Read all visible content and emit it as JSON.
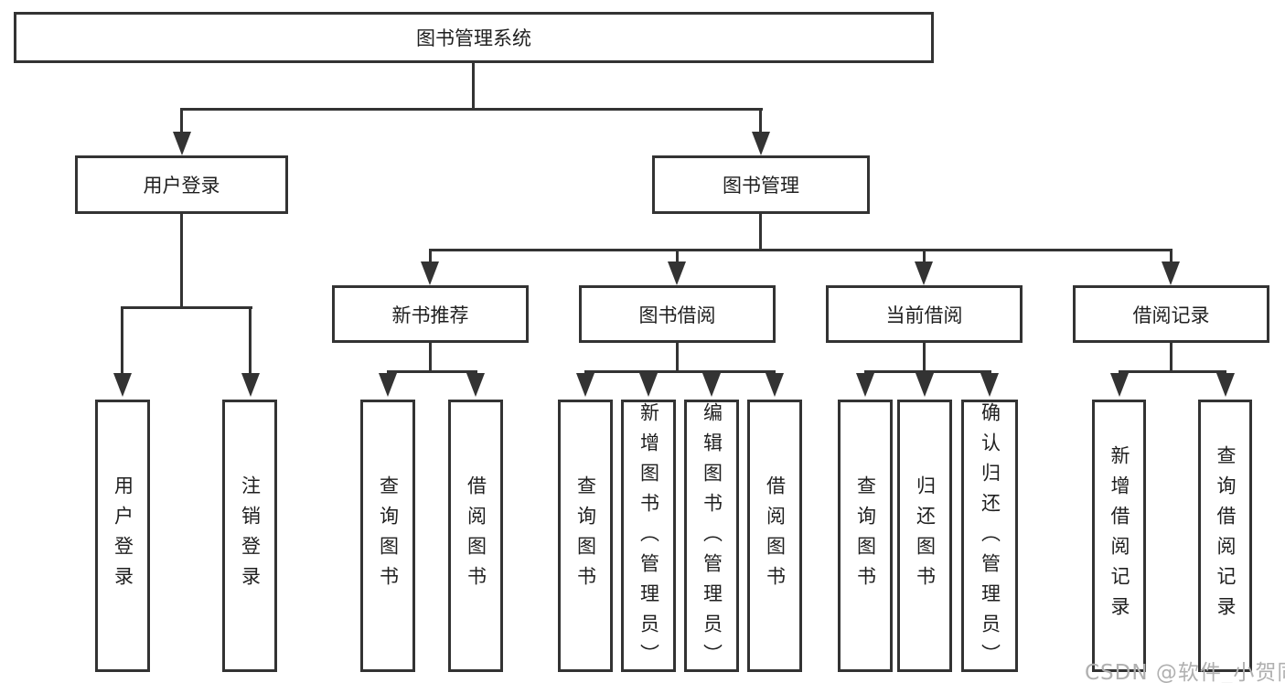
{
  "title": "图书管理系统",
  "level2": [
    {
      "label": "用户登录"
    },
    {
      "label": "图书管理"
    }
  ],
  "level3": [
    {
      "label": "新书推荐"
    },
    {
      "label": "图书借阅"
    },
    {
      "label": "当前借阅"
    },
    {
      "label": "借阅记录"
    }
  ],
  "leaves": [
    {
      "label": "用户登录"
    },
    {
      "label": "注销登录"
    },
    {
      "label": "查询图书"
    },
    {
      "label": "借阅图书"
    },
    {
      "label": "查询图书"
    },
    {
      "label": "新增图书（管理员）"
    },
    {
      "label": "编辑图书（管理员）"
    },
    {
      "label": "借阅图书"
    },
    {
      "label": "查询图书"
    },
    {
      "label": "归还图书"
    },
    {
      "label": "确认归还（管理员）"
    },
    {
      "label": "新增借阅记录"
    },
    {
      "label": "查询借阅记录"
    }
  ],
  "watermark": "CSDN @软件_小贺同学",
  "colors": {
    "line": "#333333",
    "text": "#1f1f1f",
    "watermark": "#b0b0b0",
    "background": "#ffffff"
  }
}
